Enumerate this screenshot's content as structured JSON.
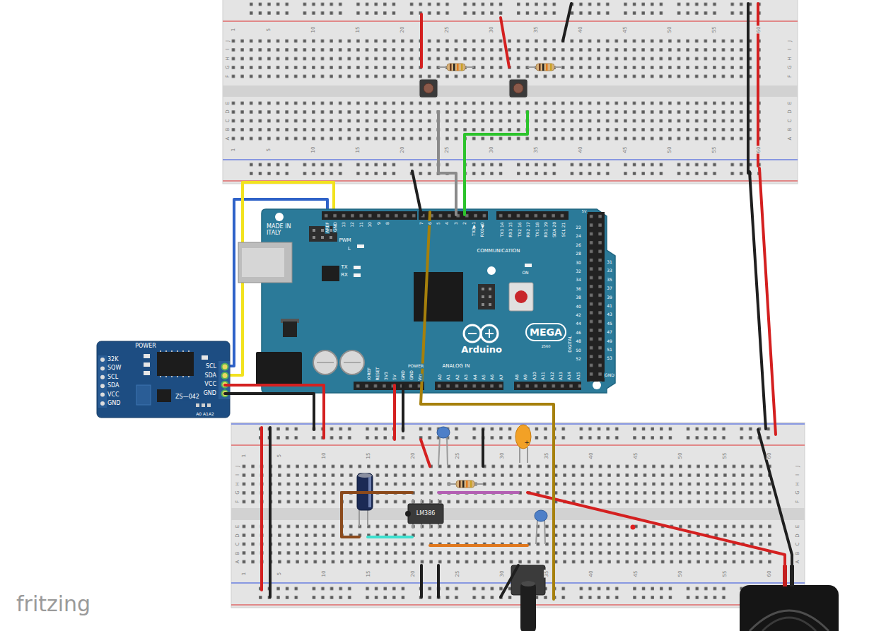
{
  "diagram": {
    "nodes": [
      {
        "text": [
          "MADE IN ITALY",
          "AREF",
          "GND",
          "13",
          "12",
          "11",
          "10",
          "9",
          "8",
          "7",
          "6",
          "5",
          "4",
          "3",
          "2",
          "TX0▶1",
          "RX0◀0",
          "TX3 14",
          "RX3 15",
          "TX2 16",
          "RX2 17",
          "TX1 18",
          "RX1 19",
          "SDA 20",
          "SCL 21",
          "PWM",
          "L",
          "COMMUNICATION",
          "TX",
          "RX",
          "ON",
          "Arduino",
          "MEGA",
          "2560",
          "POWER",
          "IOREF",
          "RESET",
          "3V3",
          "5V",
          "GND",
          "GND",
          "Vin",
          "ANALOG IN",
          "A0",
          "A1",
          "A2",
          "A3",
          "A4",
          "A5",
          "A6",
          "A7",
          "A8",
          "A9",
          "A10",
          "A11",
          "A12",
          "A13",
          "A14",
          "A15",
          "DIGITAL",
          "22",
          "24",
          "26",
          "28",
          "30",
          "32",
          "34",
          "36",
          "38",
          "40",
          "42",
          "44",
          "46",
          "48",
          "50",
          "52",
          "31",
          "33",
          "35",
          "37",
          "39",
          "41",
          "43",
          "45",
          "47",
          "49",
          "51",
          "53",
          "5V",
          "GND"
        ]
      },
      {
        "text": [
          "POWER",
          "32K",
          "SQW",
          "SCL",
          "SDA",
          "VCC",
          "GND",
          "SCL",
          "SDA",
          "VCC",
          "GND",
          "ZS—042",
          "A0 A1A2"
        ]
      },
      {
        "text": [
          "LM386"
        ]
      }
    ],
    "edges": [
      {
        "from": 1,
        "to": 0,
        "arrow": "none"
      },
      {
        "from": 1,
        "to": 0,
        "arrow": "none"
      }
    ],
    "labels": [
      "fritzing",
      "+",
      "1",
      "5",
      "10",
      "15",
      "20",
      "25",
      "30",
      "35",
      "40",
      "45",
      "50",
      "55",
      "60",
      "1",
      "5",
      "10",
      "15",
      "20",
      "25",
      "30",
      "35",
      "40",
      "45",
      "50",
      "55",
      "60",
      "J",
      "I",
      "H",
      "G",
      "F",
      "E",
      "D",
      "C",
      "B",
      "A",
      "J",
      "I",
      "H",
      "G",
      "F",
      "E",
      "D",
      "C",
      "B",
      "A",
      "1",
      "5",
      "10",
      "15",
      "20",
      "25",
      "30",
      "35",
      "40",
      "45",
      "50",
      "55",
      "60",
      "1",
      "5",
      "10",
      "15",
      "20",
      "25",
      "30",
      "35",
      "40",
      "45",
      "50",
      "55",
      "60",
      "J",
      "I",
      "H",
      "G",
      "F",
      "E",
      "D",
      "C",
      "B",
      "A",
      "J",
      "I",
      "H",
      "G",
      "F",
      "E",
      "D",
      "C",
      "B",
      "A"
    ]
  }
}
